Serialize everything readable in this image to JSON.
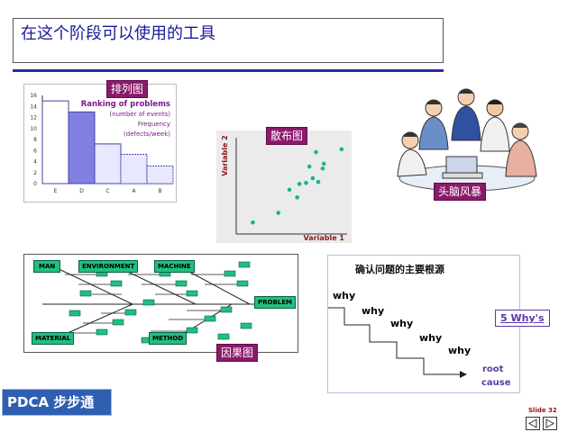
{
  "title": "在这个阶段可以使用的工具",
  "labels": {
    "pareto": "排列图",
    "scatter": "散布图",
    "brainstorm": "头脑风暴",
    "fishbone": "因果图",
    "whys": "5 Why's"
  },
  "pareto": {
    "title": "Ranking of problems",
    "subtitle": "(number of events)",
    "freq1": "Frequency",
    "freq2": "(defects/week)",
    "yticks": [
      "0",
      "2",
      "4",
      "6",
      "8",
      "10",
      "12",
      "14",
      "16"
    ]
  },
  "chart_data": {
    "type": "bar",
    "title": "Ranking of problems",
    "categories": [
      "E",
      "D",
      "C",
      "A",
      "B"
    ],
    "values": [
      15,
      13,
      7.2,
      5.3,
      3.2
    ],
    "ylim": [
      0,
      16
    ],
    "xlabel": "",
    "ylabel": ""
  },
  "scatter": {
    "xlabel": "Variable 1",
    "ylabel": "Variable 2",
    "points": [
      [
        1.5,
        1.2
      ],
      [
        3.8,
        2.2
      ],
      [
        5.5,
        3.8
      ],
      [
        4.8,
        4.6
      ],
      [
        5.7,
        5.2
      ],
      [
        6.3,
        5.3
      ],
      [
        7.4,
        5.4
      ],
      [
        6.9,
        5.8
      ],
      [
        7.8,
        6.8
      ],
      [
        6.6,
        7.0
      ],
      [
        7.9,
        7.3
      ],
      [
        9.5,
        8.8
      ],
      [
        7.2,
        8.5
      ]
    ]
  },
  "fishbone": {
    "man": "MAN",
    "environment": "ENVIRONMENT",
    "machine": "MACHINE",
    "material": "MATERIAL",
    "method": "METHOD",
    "problem": "PROBLEM"
  },
  "whys": {
    "heading": "确认问题的主要根源",
    "steps": [
      "why",
      "why",
      "why",
      "why",
      "why"
    ],
    "root1": "root",
    "root2": "cause"
  },
  "footer": {
    "pdca": "PDCA 步步通",
    "slide": "Slide 32"
  },
  "colors": {
    "title": "#1a1a99",
    "label_bg": "#8b1a6b",
    "pareto_bar": "#8080e0",
    "scatter_dot": "#1ab38f",
    "fishbone_box": "#20c080",
    "whys_accent": "#5a3aa8"
  }
}
